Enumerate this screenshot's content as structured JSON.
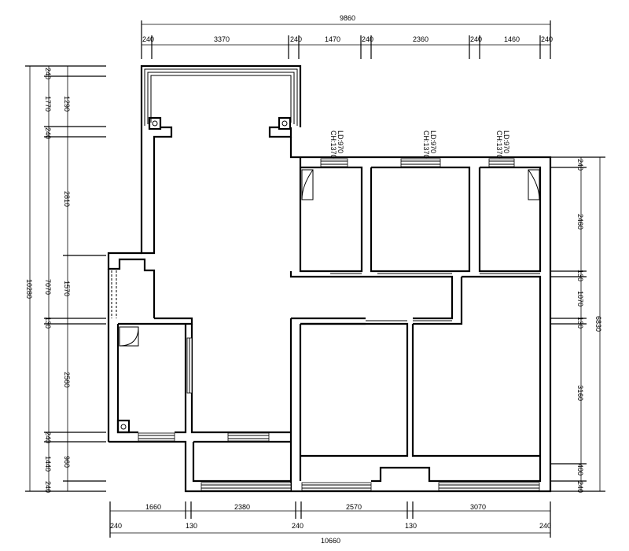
{
  "dimensions": {
    "top_total": "9860",
    "top_segments": [
      "240",
      "3370",
      "240",
      "1470",
      "240",
      "2360",
      "240",
      "1460",
      "240"
    ],
    "bottom_total": "10660",
    "bottom_segments_inner": [
      "1660",
      "2380",
      "2570",
      "3070"
    ],
    "bottom_segments_outer": [
      "240",
      "130",
      "240",
      "130",
      "240"
    ],
    "left_total": "10280",
    "left_segments_outer": [
      "240",
      "1770",
      "240",
      "7070",
      "130",
      "240",
      "1440",
      "240"
    ],
    "left_segments_inner": [
      "1290",
      "2810",
      "1570",
      "2560",
      "960"
    ],
    "right_total": "6830",
    "right_segments": [
      "240",
      "2460",
      "130",
      "1070",
      "130",
      "3160",
      "400",
      "240"
    ]
  },
  "windows": [
    {
      "ch": "CH:1370",
      "ld": "LD:970"
    },
    {
      "ch": "CH:1370",
      "ld": "LD:970"
    },
    {
      "ch": "CH:1370",
      "ld": "LD:970"
    }
  ]
}
